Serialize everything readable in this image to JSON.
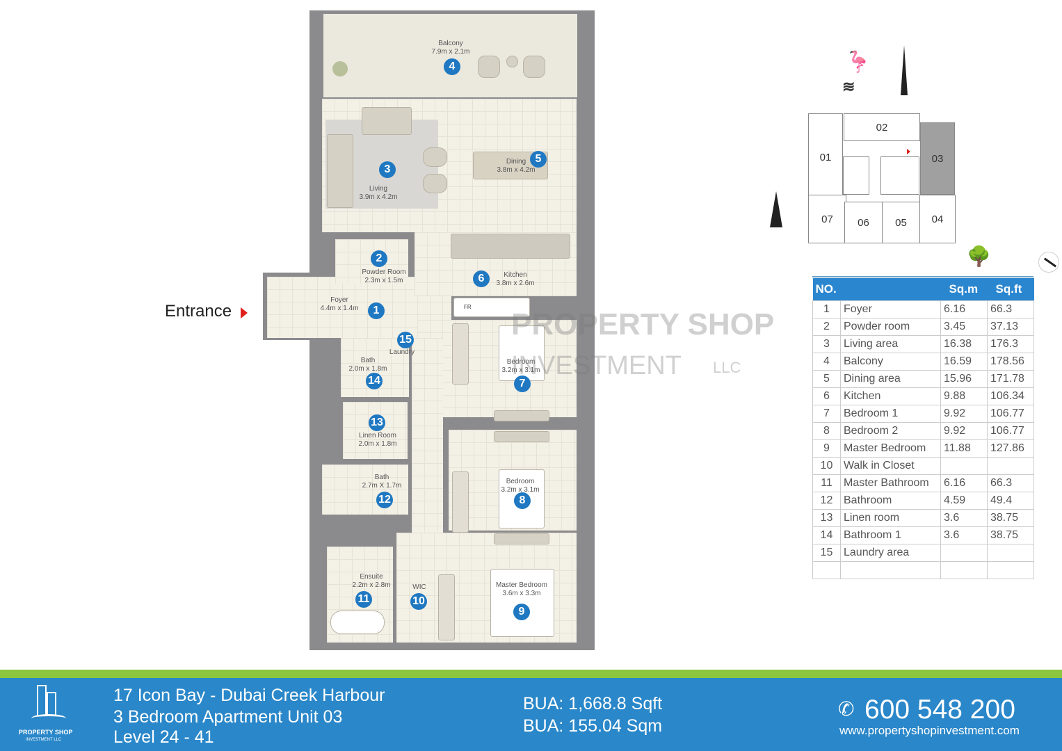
{
  "plan": {
    "entrance_label": "Entrance",
    "rooms": [
      {
        "no": "1",
        "name": "Foyer",
        "dims": "4.4m x 1.4m"
      },
      {
        "no": "2",
        "name": "Powder Room",
        "dims": "2.3m x 1.5m"
      },
      {
        "no": "3",
        "name": "Living",
        "dims": "3.9m x 4.2m"
      },
      {
        "no": "4",
        "name": "Balcony",
        "dims": "7.9m x 2.1m"
      },
      {
        "no": "5",
        "name": "Dining",
        "dims": "3.8m x 4.2m"
      },
      {
        "no": "6",
        "name": "Kitchen",
        "dims": "3.8m x 2.6m"
      },
      {
        "no": "7",
        "name": "Bedroom",
        "dims": "3.2m x 3.1m"
      },
      {
        "no": "8",
        "name": "Bedroom",
        "dims": "3.2m x 3.1m"
      },
      {
        "no": "9",
        "name": "Master Bedroom",
        "dims": "3.6m x 3.3m"
      },
      {
        "no": "10",
        "name": "WIC",
        "dims": ""
      },
      {
        "no": "11",
        "name": "Ensuite",
        "dims": "2.2m x 2.8m"
      },
      {
        "no": "12",
        "name": "Bath",
        "dims": "2.7m X 1.7m"
      },
      {
        "no": "13",
        "name": "Linen Room",
        "dims": "2.0m x 1.8m"
      },
      {
        "no": "14",
        "name": "Bath",
        "dims": "2.0m x 1.8m"
      },
      {
        "no": "15",
        "name": "Laundry",
        "dims": ""
      }
    ],
    "fridge_label": "FR",
    "watermark": {
      "line1": "PROPERTY SHOP",
      "line2": "INVESTMENT",
      "suffix": "LLC"
    }
  },
  "key_plan": {
    "units": [
      "01",
      "02",
      "03",
      "04",
      "05",
      "06",
      "07"
    ],
    "highlighted_unit": "03",
    "highlight_color": "#a0a0a0"
  },
  "area_table": {
    "headers": [
      "NO.",
      "",
      "Sq.m",
      "Sq.ft"
    ],
    "rows": [
      [
        "1",
        "Foyer",
        "6.16",
        "66.3"
      ],
      [
        "2",
        "Powder room",
        "3.45",
        "37.13"
      ],
      [
        "3",
        "Living area",
        "16.38",
        "176.3"
      ],
      [
        "4",
        "Balcony",
        "16.59",
        "178.56"
      ],
      [
        "5",
        "Dining area",
        "15.96",
        "171.78"
      ],
      [
        "6",
        "Kitchen",
        "9.88",
        "106.34"
      ],
      [
        "7",
        "Bedroom 1",
        "9.92",
        "106.77"
      ],
      [
        "8",
        "Bedroom 2",
        "9.92",
        "106.77"
      ],
      [
        "9",
        "Master Bedroom",
        "11.88",
        "127.86"
      ],
      [
        "10",
        "Walk in Closet",
        "",
        ""
      ],
      [
        "11",
        "Master Bathroom",
        "6.16",
        "66.3"
      ],
      [
        "12",
        "Bathroom",
        "4.59",
        "49.4"
      ],
      [
        "13",
        "Linen room",
        "3.6",
        "38.75"
      ],
      [
        "14",
        "Bathroom 1",
        "3.6",
        "38.75"
      ],
      [
        "15",
        "Laundry area",
        "",
        ""
      ],
      [
        "",
        "",
        "",
        ""
      ]
    ]
  },
  "footer": {
    "logo_text": "PROPERTY SHOP",
    "logo_sub": "INVESTMENT LLC",
    "project": "17 Icon Bay - Dubai Creek Harbour",
    "unit": "3 Bedroom Apartment Unit 03",
    "level": "Level  24 - 41",
    "bua_sqft": "BUA: 1,668.8 Sqft",
    "bua_sqm": "BUA: 155.04 Sqm",
    "phone": "600 548 200",
    "website": "www.propertyshopinvestment.com"
  },
  "colors": {
    "brand_blue": "#2a87c9",
    "accent_green": "#8cc63f",
    "marker_blue": "#1f78c1",
    "entrance_arrow": "#e0201b"
  }
}
